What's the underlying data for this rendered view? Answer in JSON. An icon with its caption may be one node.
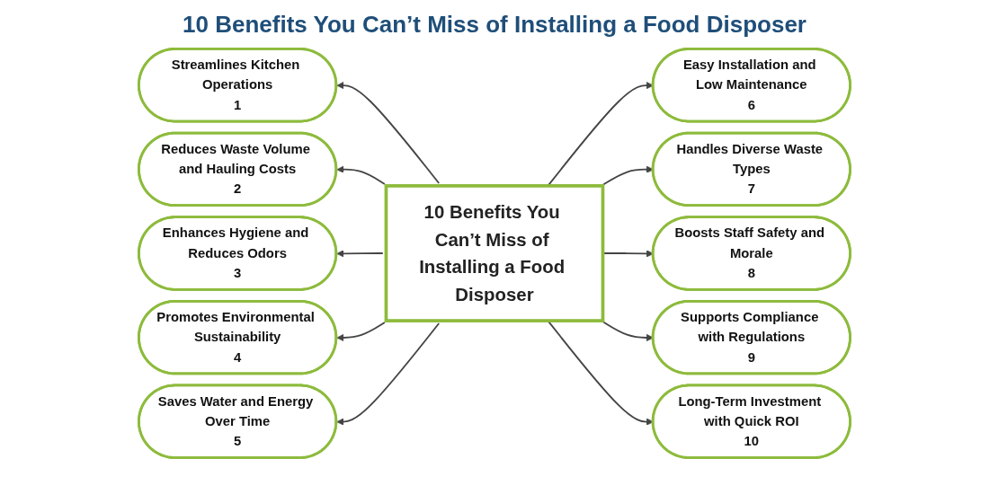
{
  "diagram": {
    "title": "10 Benefits You Can’t Miss of Installing a Food Disposer",
    "nodes": [
      {
        "text": [
          "10 Benefits You Can’t Miss of Installing a Food Disposer"
        ]
      },
      {
        "text": [
          "Streamlines Kitchen Operations",
          "1"
        ]
      },
      {
        "text": [
          "Reduces Waste Volume and Hauling Costs",
          "2"
        ]
      },
      {
        "text": [
          "Enhances Hygiene and Reduces Odors",
          "3"
        ]
      },
      {
        "text": [
          "Promotes Environmental Sustainability",
          "4"
        ]
      },
      {
        "text": [
          "Saves Water and Energy Over Time",
          "5"
        ]
      },
      {
        "text": [
          "Easy Installation and Low Maintenance",
          "6"
        ]
      },
      {
        "text": [
          "Handles Diverse Waste Types",
          "7"
        ]
      },
      {
        "text": [
          "Boosts Staff Safety and Morale",
          "8"
        ]
      },
      {
        "text": [
          "Supports Compliance with Regulations",
          "9"
        ]
      },
      {
        "text": [
          "Long-Term Investment with Quick ROI",
          "10"
        ]
      }
    ],
    "edges": [
      {
        "from": 0,
        "to": 1,
        "arrow": "to"
      },
      {
        "from": 0,
        "to": 2,
        "arrow": "to"
      },
      {
        "from": 0,
        "to": 3,
        "arrow": "to"
      },
      {
        "from": 0,
        "to": 4,
        "arrow": "to"
      },
      {
        "from": 0,
        "to": 5,
        "arrow": "to"
      },
      {
        "from": 0,
        "to": 6,
        "arrow": "to"
      },
      {
        "from": 0,
        "to": 7,
        "arrow": "to"
      },
      {
        "from": 0,
        "to": 8,
        "arrow": "to"
      },
      {
        "from": 0,
        "to": 9,
        "arrow": "to"
      },
      {
        "from": 0,
        "to": 10,
        "arrow": "to"
      }
    ]
  }
}
